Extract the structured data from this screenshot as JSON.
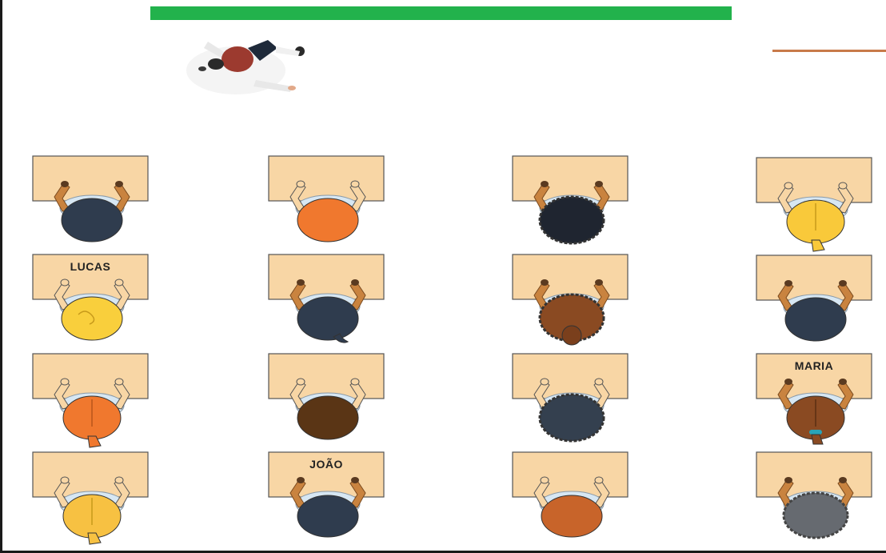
{
  "colors": {
    "board": "#22b24c",
    "desk": "#f8d6a5",
    "desk_border": "#555555",
    "door": "#c87a4a",
    "shirt": "#d7e7f3",
    "skin": "#c9833f"
  },
  "students": [
    {
      "label": "",
      "hair": "#2f3c4e",
      "style": "round"
    },
    {
      "label": "",
      "hair": "#f0782e",
      "style": "round"
    },
    {
      "label": "",
      "hair": "#1f2530",
      "style": "curly"
    },
    {
      "label": "",
      "hair": "#f9c93a",
      "style": "ponytail"
    },
    {
      "label": "LUCAS",
      "hair": "#f9cf3c",
      "style": "round"
    },
    {
      "label": "",
      "hair": "#2f3c4e",
      "style": "tail"
    },
    {
      "label": "",
      "hair": "#8a4a22",
      "style": "bun"
    },
    {
      "label": "",
      "hair": "#2f3c4e",
      "style": "round"
    },
    {
      "label": "",
      "hair": "#f0782e",
      "style": "ponytail"
    },
    {
      "label": "",
      "hair": "#5a3515",
      "style": "round"
    },
    {
      "label": "",
      "hair": "#34404f",
      "style": "curly"
    },
    {
      "label": "MARIA",
      "hair": "#8a4a22",
      "style": "ponytail-band"
    },
    {
      "label": "",
      "hair": "#f7c142",
      "style": "ponytail"
    },
    {
      "label": "JOÃO",
      "hair": "#2f3c4e",
      "style": "round"
    },
    {
      "label": "",
      "hair": "#c8642a",
      "style": "round"
    },
    {
      "label": "",
      "hair": "#666a70",
      "style": "curly"
    }
  ]
}
